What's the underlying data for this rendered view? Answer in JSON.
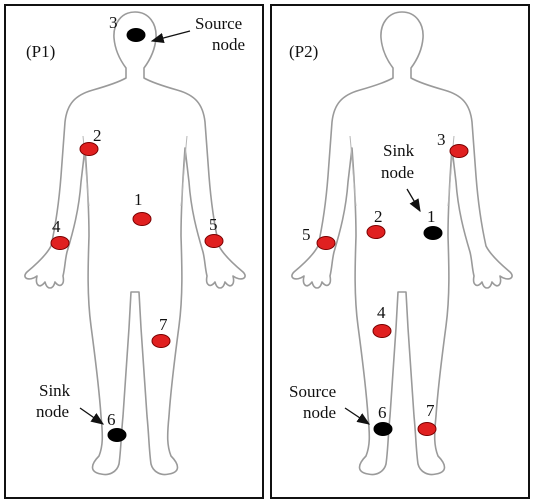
{
  "panels": [
    {
      "id": "P1",
      "label": "(P1)",
      "nodes": [
        {
          "number": "1",
          "type": "sensor",
          "color": "#e02020"
        },
        {
          "number": "2",
          "type": "sensor",
          "color": "#e02020"
        },
        {
          "number": "3",
          "type": "source",
          "color": "#000000"
        },
        {
          "number": "4",
          "type": "sensor",
          "color": "#e02020"
        },
        {
          "number": "5",
          "type": "sensor",
          "color": "#e02020"
        },
        {
          "number": "6",
          "type": "sink",
          "color": "#000000"
        },
        {
          "number": "7",
          "type": "sensor",
          "color": "#e02020"
        }
      ],
      "callouts": {
        "source": [
          "Source",
          "node"
        ],
        "sink": [
          "Sink",
          "node"
        ]
      }
    },
    {
      "id": "P2",
      "label": "(P2)",
      "nodes": [
        {
          "number": "1",
          "type": "sink",
          "color": "#000000"
        },
        {
          "number": "2",
          "type": "sensor",
          "color": "#e02020"
        },
        {
          "number": "3",
          "type": "sensor",
          "color": "#e02020"
        },
        {
          "number": "4",
          "type": "sensor",
          "color": "#e02020"
        },
        {
          "number": "5",
          "type": "sensor",
          "color": "#e02020"
        },
        {
          "number": "6",
          "type": "source",
          "color": "#000000"
        },
        {
          "number": "7",
          "type": "sensor",
          "color": "#e02020"
        }
      ],
      "callouts": {
        "sink": [
          "Sink",
          "node"
        ],
        "source": [
          "Source",
          "node"
        ]
      }
    }
  ],
  "colors": {
    "sensor_fill": "#e02020",
    "special_fill": "#000000",
    "body_outline": "#9a9a9a",
    "frame": "#111111"
  }
}
